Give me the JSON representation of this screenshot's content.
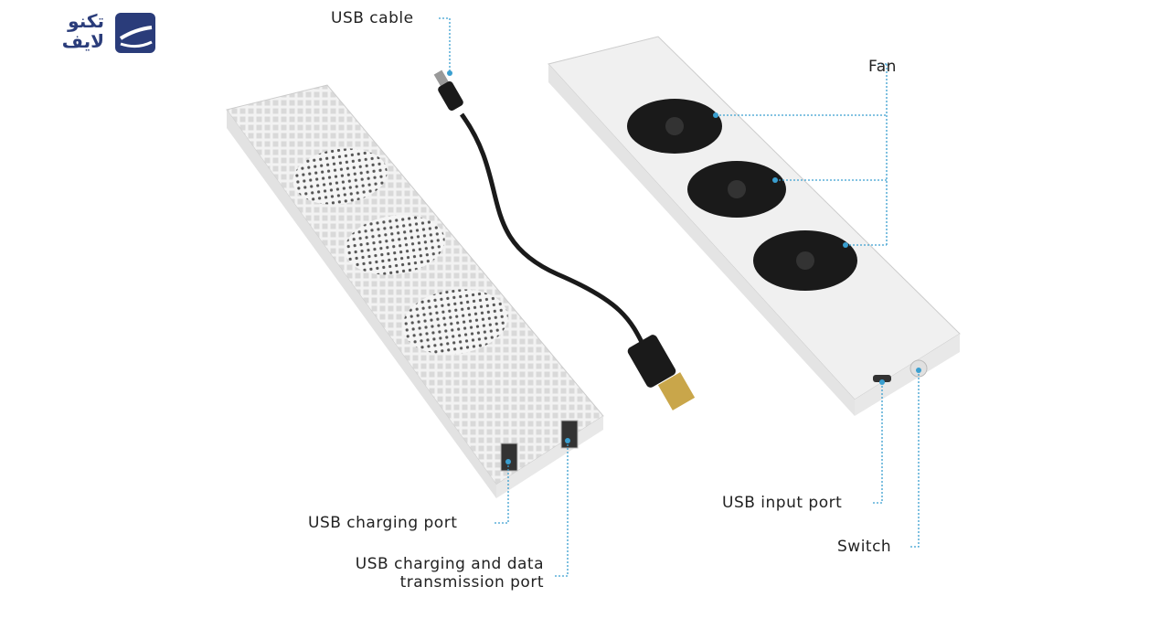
{
  "logo": {
    "text_line1": "تکنو",
    "text_line2": "لایف",
    "color": "#2a3c7a"
  },
  "labels": {
    "usb_cable": "USB cable",
    "fan": "Fan",
    "usb_charging_port": "USB charging port",
    "usb_data_port_line1": "USB charging and data",
    "usb_data_port_line2": "transmission port",
    "usb_input_port": "USB input port",
    "switch": "Switch"
  },
  "colors": {
    "leader_line": "#3a9fd0",
    "device": "#eeeeee",
    "fan": "#1a1a1a"
  }
}
